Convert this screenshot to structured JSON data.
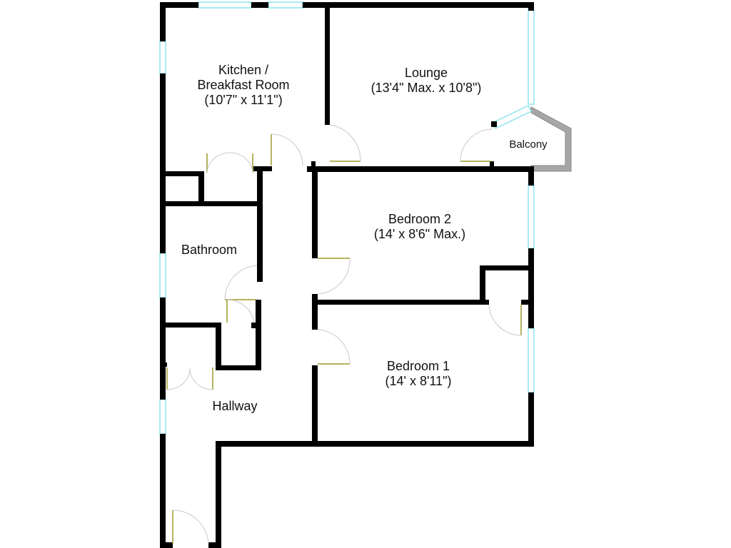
{
  "floorplan": {
    "colors": {
      "wall": "#000000",
      "window": "#8fe3ee",
      "balcony_wall": "#a6a6a6",
      "door_leaf": "#9a9a2a",
      "door_swing": "#c8c8c8",
      "background": "#ffffff"
    },
    "rooms": [
      {
        "name": "Kitchen /",
        "name2": "Breakfast Room",
        "dims": "(10'7\" x 11'1\")"
      },
      {
        "name": "Lounge",
        "dims": "(13'4\" Max. x 10'8\")"
      },
      {
        "name": "Balcony"
      },
      {
        "name": "Bedroom 2",
        "dims": "(14' x 8'6\" Max.)"
      },
      {
        "name": "Bathroom"
      },
      {
        "name": "Bedroom 1",
        "dims": "(14' x 8'11\")"
      },
      {
        "name": "Hallway"
      }
    ]
  }
}
